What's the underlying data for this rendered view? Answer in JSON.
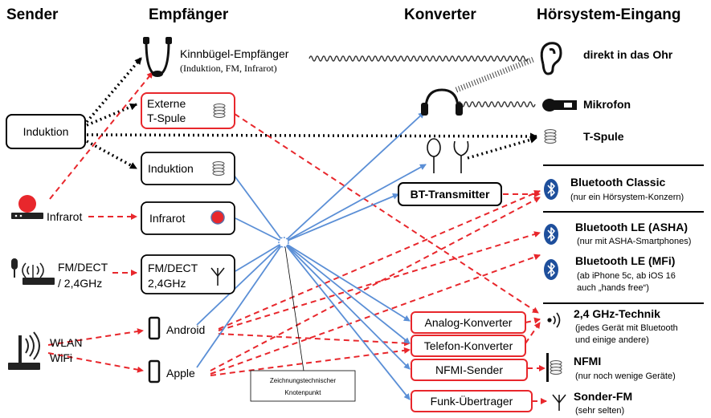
{
  "headers": {
    "sender": "Sender",
    "empfaenger": "Empfänger",
    "konverter": "Konverter",
    "hoersystem": "Hörsystem-Eingang"
  },
  "senders": {
    "induktion": "Induktion",
    "infrarot": "Infrarot",
    "fm_line1": "FM/DECT",
    "fm_line2": "/ 2,4GHz",
    "wlan_line1": "WLAN",
    "wlan_line2": "WiFi"
  },
  "receivers": {
    "kinnbuegel_title": "Kinnbügel-Empfänger",
    "kinnbuegel_sub": "(Induktion, FM, Infrarot)",
    "externe_line1": "Externe",
    "externe_line2": "T-Spule",
    "induktion": "Induktion",
    "infrarot": "Infrarot",
    "fm_line1": "FM/DECT",
    "fm_line2": "2,4GHz",
    "android": "Android",
    "apple": "Apple"
  },
  "converters": {
    "bt_transmitter": "BT-Transmitter",
    "analog": "Analog-Konverter",
    "telefon": "Telefon-Konverter",
    "nfmi": "NFMI-Sender",
    "funk": "Funk-Übertrager"
  },
  "node_note": {
    "line1": "Zeichnungstechnischer",
    "line2": "Knotenpunkt"
  },
  "inputs": {
    "ohr": "direkt in das Ohr",
    "mikrofon": "Mikrofon",
    "tspule": "T-Spule",
    "bt_classic": "Bluetooth Classic",
    "bt_classic_sub": "(nur ein Hörsystem-Konzern)",
    "bt_le_asha": "Bluetooth LE (ASHA)",
    "bt_le_asha_sub": "(nur mit ASHA-Smartphones)",
    "bt_le_mfi": "Bluetooth LE (MFi)",
    "bt_le_mfi_sub1": "(ab iPhone 5c, ab iOS 16",
    "bt_le_mfi_sub2": "auch „hands free“)",
    "ghz": "2,4 GHz-Technik",
    "ghz_sub1": "(jedes Gerät mit Bluetooth",
    "ghz_sub2": "und einige andere)",
    "nfmi": "NFMI",
    "nfmi_sub": "(nur noch wenige Geräte)",
    "sonder_fm": "Sonder-FM",
    "sonder_fm_sub": "(sehr selten)"
  },
  "colors": {
    "red": "#e8272c",
    "blue": "#5b8fd6",
    "black": "#000000",
    "bt_blue": "#1e4f9c"
  }
}
